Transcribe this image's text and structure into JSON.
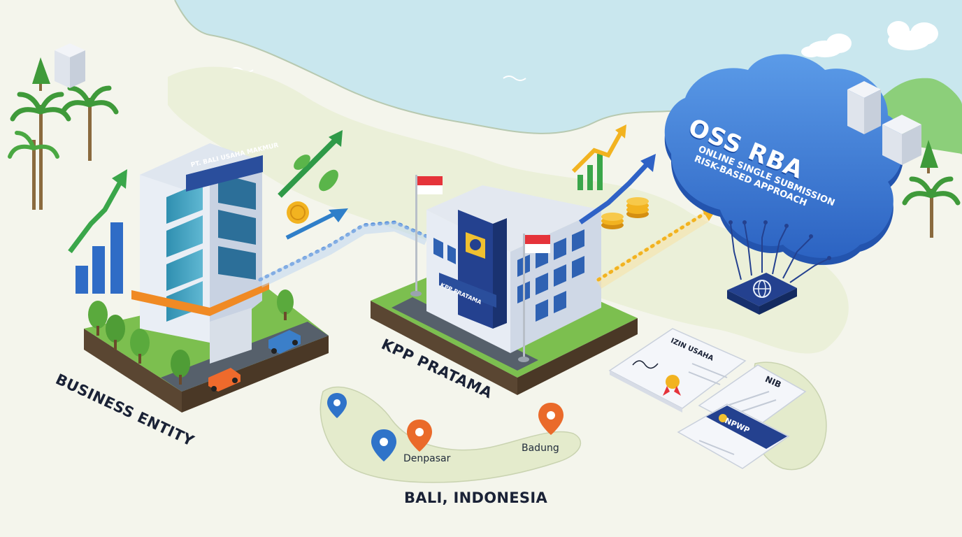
{
  "labels": {
    "business_entity": "BUSINESS ENTITY",
    "kpp_pratama": "KPP PRATAMA",
    "bali_indonesia": "BALI, INDONESIA",
    "denpasar": "Denpasar",
    "badung": "Badung"
  },
  "entity_sign": "PT. BALI USAHA MAKMUR",
  "kpp_sign": "KPP PRATAMA",
  "oss": {
    "title": "OSS RBA",
    "subtitle_line1": "ONLINE SINGLE SUBMISSION",
    "subtitle_line2": "RISK-BASED APPROACH"
  },
  "documents": {
    "izin": "IZIN USAHA",
    "nib": "NIB",
    "npwp": "NPWP"
  },
  "colors": {
    "sea": "#c9e7ee",
    "land": "#eef1dc",
    "cloud": "#3f7fd8",
    "navy": "#1f3f8f",
    "flow_blue": "#4a87d6",
    "flow_gold": "#f2b320",
    "grass": "#7cbf4f",
    "pin_blue": "#2f73c9",
    "pin_orange": "#ea6a2a"
  }
}
